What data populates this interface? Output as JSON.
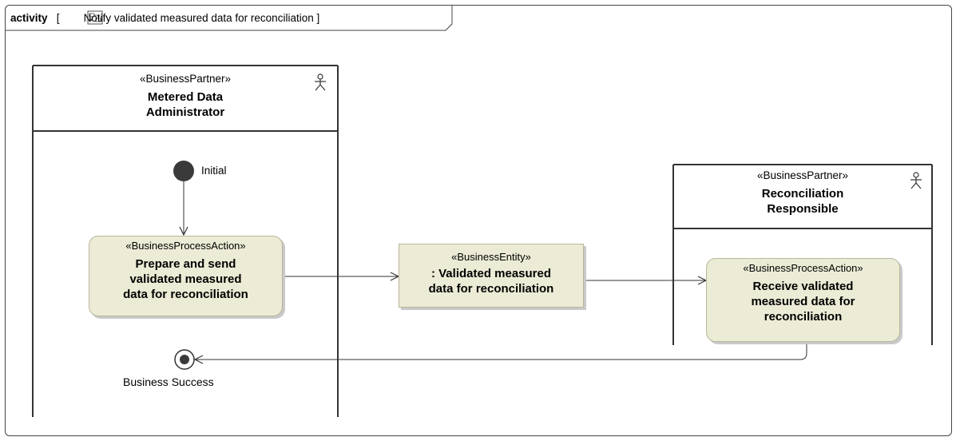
{
  "diagram": {
    "kind_label": "activity",
    "name": "Notify validated measured data for reconciliation"
  },
  "lanes": [
    {
      "stereotype": "«BusinessPartner»",
      "title_line1": "Metered Data",
      "title_line2": "Administrator"
    },
    {
      "stereotype": "«BusinessPartner»",
      "title_line1": "Reconciliation",
      "title_line2": "Responsible"
    }
  ],
  "nodes": {
    "initial": {
      "label": "Initial"
    },
    "final": {
      "label": "Business Success"
    },
    "action_prepare": {
      "stereotype": "«BusinessProcessAction»",
      "line1": "Prepare and send",
      "line2": "validated measured",
      "line3": "data for reconciliation"
    },
    "entity": {
      "stereotype": "«BusinessEntity»",
      "line1": ": Validated measured",
      "line2": "data for reconciliation"
    },
    "action_receive": {
      "stereotype": "«BusinessProcessAction»",
      "line1": "Receive validated",
      "line2": "measured data for",
      "line3": "reconciliation"
    }
  },
  "colors": {
    "action_fill": "#ecebd5",
    "action_border": "#b8b69a",
    "node_dark": "#3a3a3a"
  },
  "icons": [
    "activity-diagram-icon",
    "actor-icon"
  ]
}
